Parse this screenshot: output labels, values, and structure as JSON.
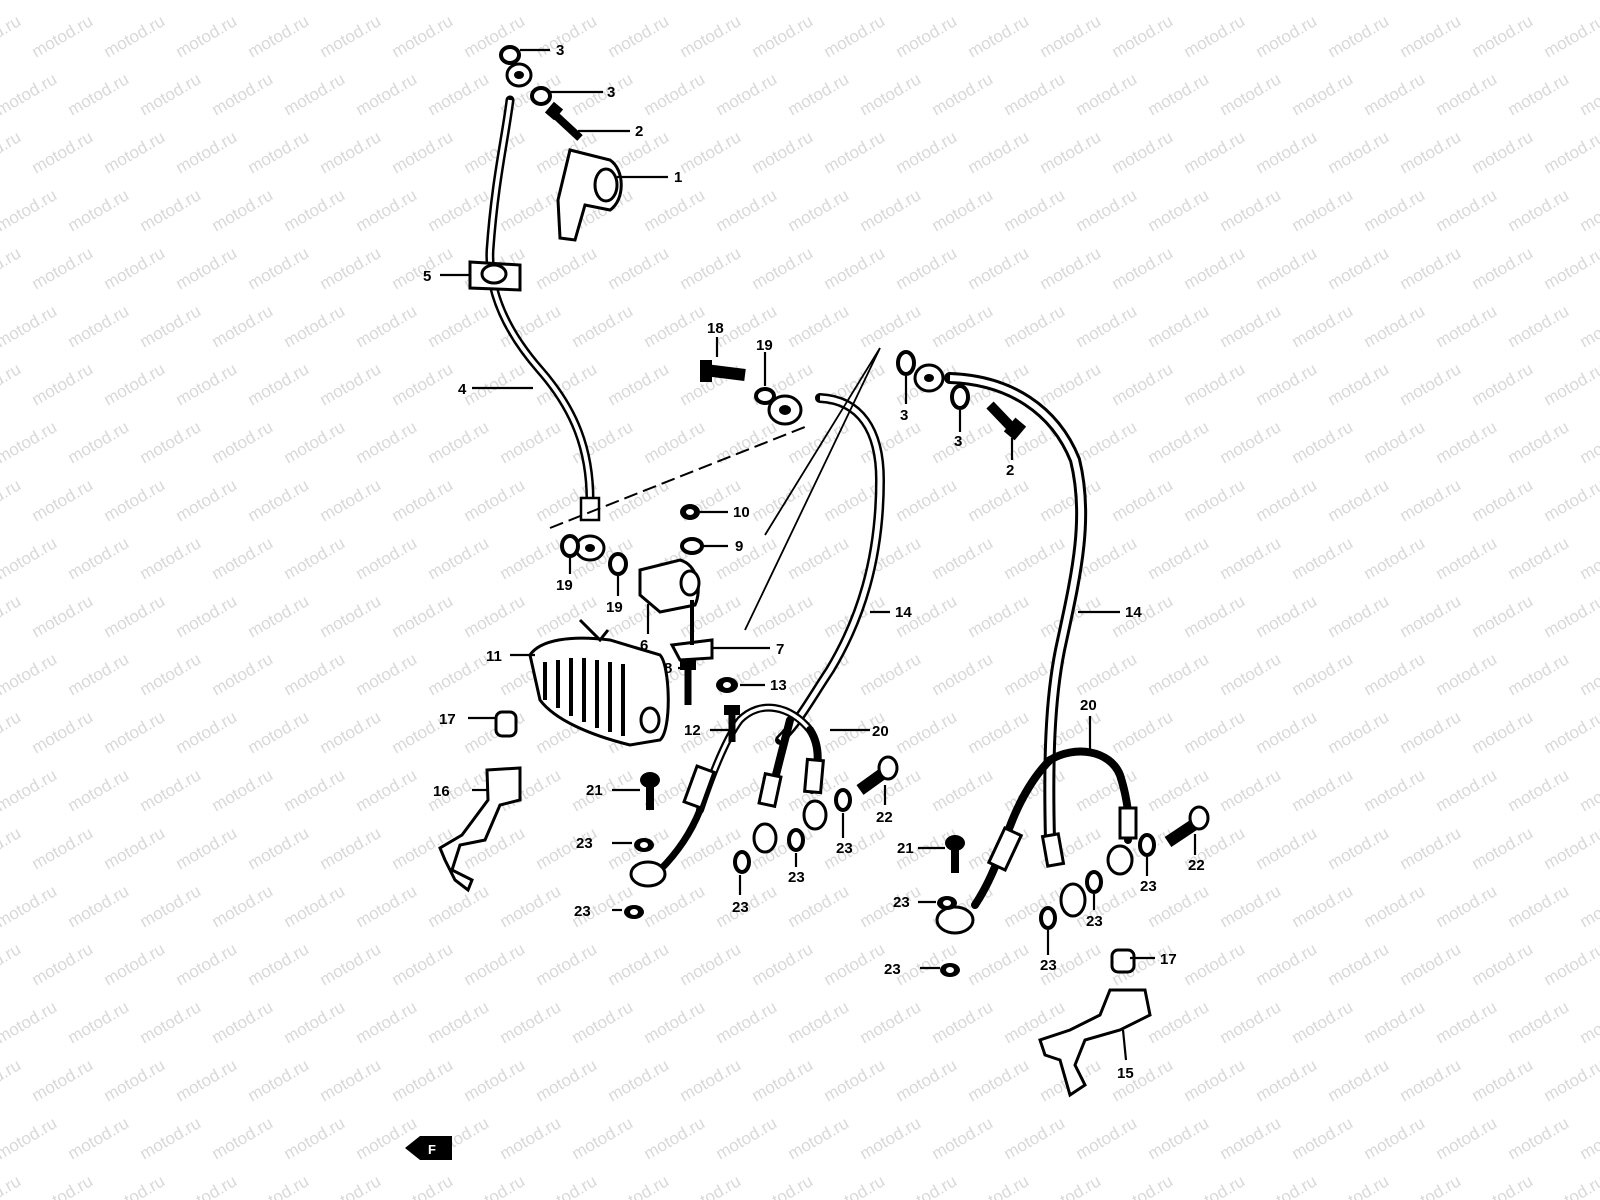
{
  "watermark": {
    "text": "motod.ru",
    "color": "#b9b9b9"
  },
  "labels": {
    "p1": "1",
    "p2a": "2",
    "p2b": "2",
    "p3a": "3",
    "p3b": "3",
    "p3c": "3",
    "p3d": "3",
    "p4": "4",
    "p5": "5",
    "p6": "6",
    "p7": "7",
    "p8": "8",
    "p9": "9",
    "p10": "10",
    "p11": "11",
    "p12": "12",
    "p13": "13",
    "p14a": "14",
    "p14b": "14",
    "p15": "15",
    "p16": "16",
    "p17a": "17",
    "p17b": "17",
    "p18": "18",
    "p19a": "19",
    "p19b": "19",
    "p19c": "19",
    "p20a": "20",
    "p20b": "20",
    "p21a": "21",
    "p21b": "21",
    "p22a": "22",
    "p22b": "22",
    "p23a": "23",
    "p23b": "23",
    "p23c": "23",
    "p23d": "23",
    "p23e": "23",
    "p23f": "23",
    "p23g": "23",
    "p23h": "23",
    "p23i": "23",
    "p23j": "23"
  },
  "direction_badge": {
    "text": "F"
  },
  "icons": [
    "forward-arrow-icon"
  ]
}
